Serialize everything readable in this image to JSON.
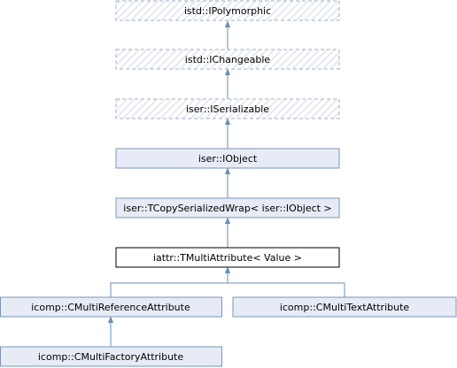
{
  "diagram": {
    "type": "class-inheritance-graph",
    "colors": {
      "edge": "#6b8fb5",
      "box_fill": "#e6ebf5",
      "box_border": "#7e94b7",
      "focus_fill": "#ffffff",
      "focus_border": "#000000",
      "hatch": "#dfe5ef",
      "dashed_border": "#a0aec6"
    },
    "nodes": [
      {
        "id": "ipolymorphic",
        "label": "istd::IPolymorphic",
        "style": "external"
      },
      {
        "id": "ichangeable",
        "label": "istd::IChangeable",
        "style": "external"
      },
      {
        "id": "iserializable",
        "label": "iser::ISerializable",
        "style": "external"
      },
      {
        "id": "iobject",
        "label": "iser::IObject",
        "style": "normal"
      },
      {
        "id": "tcopyserializedwrap",
        "label": "iser::TCopySerializedWrap< iser::IObject >",
        "style": "normal"
      },
      {
        "id": "tmultiattribute",
        "label": "iattr::TMultiAttribute< Value >",
        "style": "focus"
      },
      {
        "id": "cmultireferenceattribute",
        "label": "icomp::CMultiReferenceAttribute",
        "style": "normal"
      },
      {
        "id": "cmultitextattribute",
        "label": "icomp::CMultiTextAttribute",
        "style": "normal"
      },
      {
        "id": "cmultifactoryattribute",
        "label": "icomp::CMultiFactoryAttribute",
        "style": "normal"
      }
    ],
    "edges": [
      {
        "from": "ichangeable",
        "to": "ipolymorphic"
      },
      {
        "from": "iserializable",
        "to": "ichangeable"
      },
      {
        "from": "iobject",
        "to": "iserializable"
      },
      {
        "from": "tcopyserializedwrap",
        "to": "iobject"
      },
      {
        "from": "tmultiattribute",
        "to": "tcopyserializedwrap"
      },
      {
        "from": "cmultireferenceattribute",
        "to": "tmultiattribute"
      },
      {
        "from": "cmultitextattribute",
        "to": "tmultiattribute"
      },
      {
        "from": "cmultifactoryattribute",
        "to": "cmultireferenceattribute"
      }
    ]
  }
}
